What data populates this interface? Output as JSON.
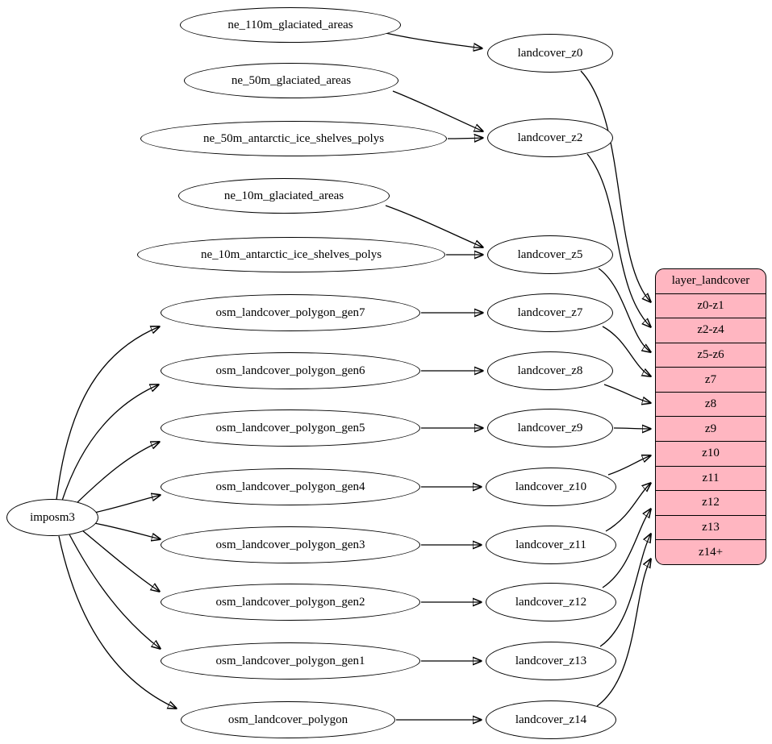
{
  "diagram": {
    "root": {
      "label": "imposm3"
    },
    "sources": [
      {
        "label": "ne_110m_glaciated_areas"
      },
      {
        "label": "ne_50m_glaciated_areas"
      },
      {
        "label": "ne_50m_antarctic_ice_shelves_polys"
      },
      {
        "label": "ne_10m_glaciated_areas"
      },
      {
        "label": "ne_10m_antarctic_ice_shelves_polys"
      },
      {
        "label": "osm_landcover_polygon_gen7"
      },
      {
        "label": "osm_landcover_polygon_gen6"
      },
      {
        "label": "osm_landcover_polygon_gen5"
      },
      {
        "label": "osm_landcover_polygon_gen4"
      },
      {
        "label": "osm_landcover_polygon_gen3"
      },
      {
        "label": "osm_landcover_polygon_gen2"
      },
      {
        "label": "osm_landcover_polygon_gen1"
      },
      {
        "label": "osm_landcover_polygon"
      }
    ],
    "stages": [
      {
        "label": "landcover_z0"
      },
      {
        "label": "landcover_z2"
      },
      {
        "label": "landcover_z5"
      },
      {
        "label": "landcover_z7"
      },
      {
        "label": "landcover_z8"
      },
      {
        "label": "landcover_z9"
      },
      {
        "label": "landcover_z10"
      },
      {
        "label": "landcover_z11"
      },
      {
        "label": "landcover_z12"
      },
      {
        "label": "landcover_z13"
      },
      {
        "label": "landcover_z14"
      }
    ],
    "table": {
      "title": "layer_landcover",
      "rows": [
        "z0-z1",
        "z2-z4",
        "z5-z6",
        "z7",
        "z8",
        "z9",
        "z10",
        "z11",
        "z12",
        "z13",
        "z14+"
      ]
    },
    "colors": {
      "table_fill": "#ffb6c1",
      "edge_stroke": "#000000",
      "background": "#ffffff"
    }
  }
}
